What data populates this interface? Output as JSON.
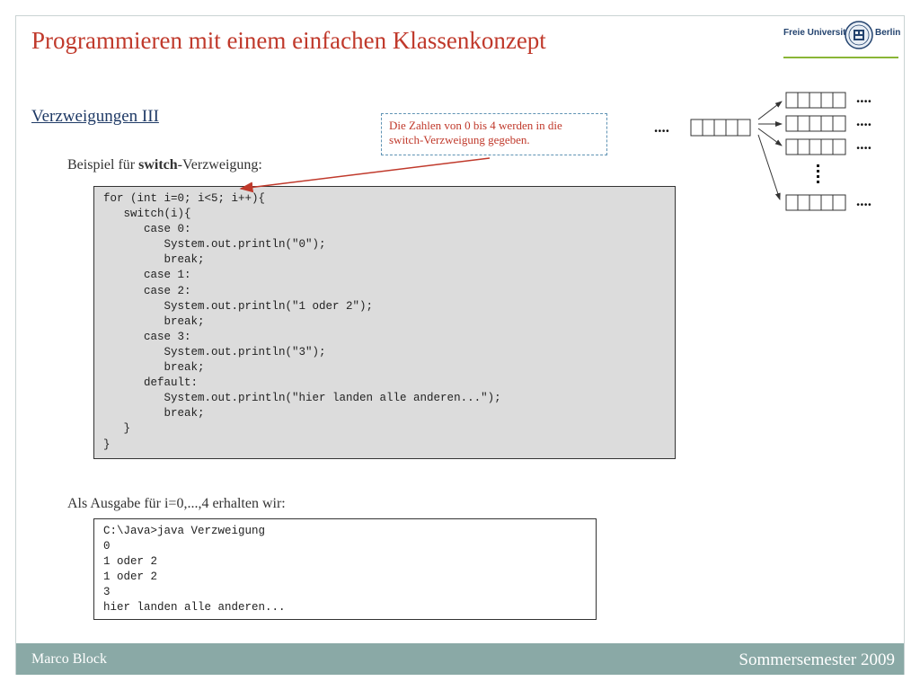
{
  "slide": {
    "title": "Programmieren mit einem einfachen Klassenkonzept",
    "section_title": "Verzweigungen III"
  },
  "logo": {
    "left_text": "Freie Universität",
    "right_text": "Berlin",
    "emblem": "fu-berlin-seal-icon"
  },
  "intro": {
    "prefix": "Beispiel für ",
    "keyword": "switch",
    "suffix": "-Verzweigung:"
  },
  "callout": {
    "text": "Die Zahlen von 0 bis 4 werden in die switch-Verzweigung gegeben."
  },
  "code": [
    "for (int i=0; i<5; i++){",
    "   switch(i){",
    "      case 0:",
    "         System.out.println(\"0\");",
    "         break;",
    "      case 1:",
    "      case 2:",
    "         System.out.println(\"1 oder 2\");",
    "         break;",
    "      case 3:",
    "         System.out.println(\"3\");",
    "         break;",
    "      default:",
    "         System.out.println(\"hier landen alle anderen...\");",
    "         break;",
    "   }",
    "}"
  ],
  "output_intro": "Als Ausgabe für i=0,...,4 erhalten wir:",
  "output": [
    "C:\\Java>java Verzweigung",
    "0",
    "1 oder 2",
    "1 oder 2",
    "3",
    "hier landen alle anderen..."
  ],
  "diagram": {
    "ellipsis": "...."
  },
  "footer": {
    "author": "Marco Block",
    "semester": "Sommersemester 2009"
  },
  "colors": {
    "title": "#c0392b",
    "footer": "#8aa9a6",
    "code_background": "#dcdcdc",
    "callout_border": "#5f93b4"
  }
}
